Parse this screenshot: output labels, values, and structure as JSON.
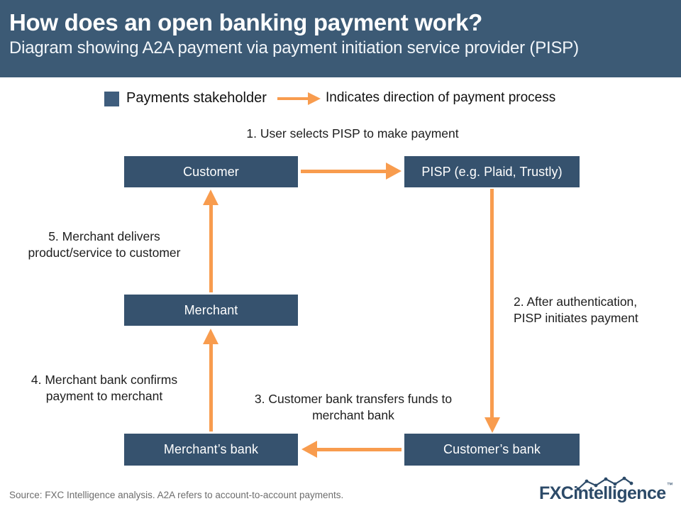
{
  "colors": {
    "header_bg": "#3c5a75",
    "node_bg": "#36526e",
    "accent_orange": "#f89c4e",
    "annotation_text": "#1d1d1d",
    "source_text": "#6d6d6d",
    "logo_navy": "#2c4a68"
  },
  "header": {
    "title": "How does an open banking payment work?",
    "subtitle": "Diagram showing A2A payment via payment initiation service provider (PISP)"
  },
  "legend": {
    "stakeholder_label": "Payments stakeholder",
    "direction_label": "Indicates direction of payment process"
  },
  "nodes": {
    "customer": "Customer",
    "pisp": "PISP (e.g. Plaid, Trustly)",
    "merchant": "Merchant",
    "merchants_bank": "Merchant’s bank",
    "customers_bank": "Customer’s bank"
  },
  "steps": {
    "step1": {
      "lines": [
        "1. User selects PISP to make payment"
      ]
    },
    "step2": {
      "lines": [
        "2. After authentication,",
        "PISP initiates payment"
      ]
    },
    "step3": {
      "lines": [
        "3. Customer bank transfers funds to",
        "merchant bank"
      ]
    },
    "step4": {
      "lines": [
        "4. Merchant bank confirms",
        "payment to merchant"
      ]
    },
    "step5": {
      "lines": [
        "5. Merchant delivers",
        "product/service to customer"
      ]
    }
  },
  "footer": {
    "source": "Source: FXC Intelligence analysis. A2A refers to account-to-account payments.",
    "logo_text": "FXCintelligence",
    "logo_tm": "™"
  }
}
